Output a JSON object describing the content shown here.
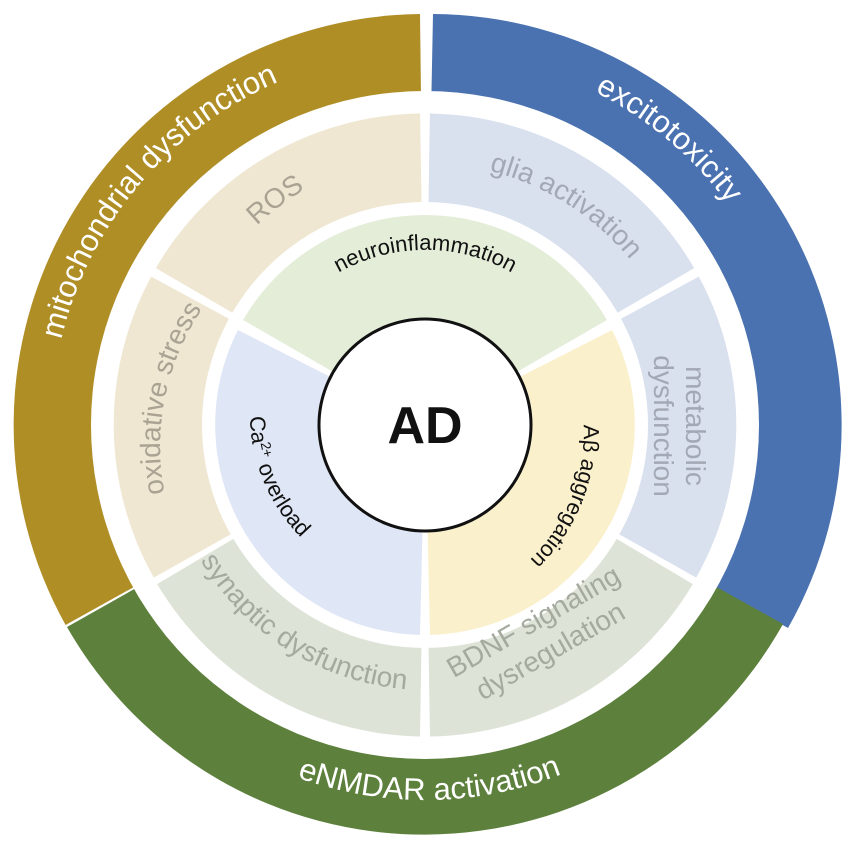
{
  "center": {
    "label": "AD",
    "fill": "#ffffff",
    "stroke": "#111111",
    "text_color": "#111111"
  },
  "outer_ring": [
    {
      "id": "mitochondrial",
      "label": "mitochondrial dysfunction",
      "fill": "#b08e26",
      "text_color": "#ffffff"
    },
    {
      "id": "excitotoxicity",
      "label": "excitotoxicity",
      "fill": "#4a72b0",
      "text_color": "#ffffff"
    },
    {
      "id": "enmdar",
      "label": "eNMDAR activation",
      "fill": "#5d803c",
      "text_color": "#ffffff"
    }
  ],
  "middle_ring": [
    {
      "id": "ros",
      "label": "ROS",
      "fill": "#efe7d2",
      "text_color": "#aaa394"
    },
    {
      "id": "glia",
      "label": "glia activation",
      "fill": "#d9e0ee",
      "text_color": "#a3a9b4"
    },
    {
      "id": "metabolic",
      "lines": [
        "metabolic",
        "dysfunction"
      ],
      "fill": "#d9e0ee",
      "text_color": "#a3a9b4"
    },
    {
      "id": "bdnf",
      "lines": [
        "BDNF signaling",
        "dysregulation"
      ],
      "fill": "#dde3d6",
      "text_color": "#a4aa9e"
    },
    {
      "id": "synaptic",
      "label": "synaptic dysfunction",
      "fill": "#dde3d6",
      "text_color": "#a4aa9e"
    },
    {
      "id": "oxidative",
      "label": "oxidative stress",
      "fill": "#efe7d2",
      "text_color": "#aaa394"
    }
  ],
  "inner_ring": [
    {
      "id": "neuroinflammation",
      "label": "neuroinflammation",
      "fill": "#e3edd8",
      "text_color": "#111111"
    },
    {
      "id": "abeta",
      "label": "Aβ aggregation",
      "fill": "#fbf0cc",
      "text_color": "#111111"
    },
    {
      "id": "calcium",
      "label_prefix": "Ca",
      "label_sup": "2+",
      "label_suffix": " overload",
      "fill": "#dfe6f5",
      "text_color": "#111111"
    }
  ]
}
